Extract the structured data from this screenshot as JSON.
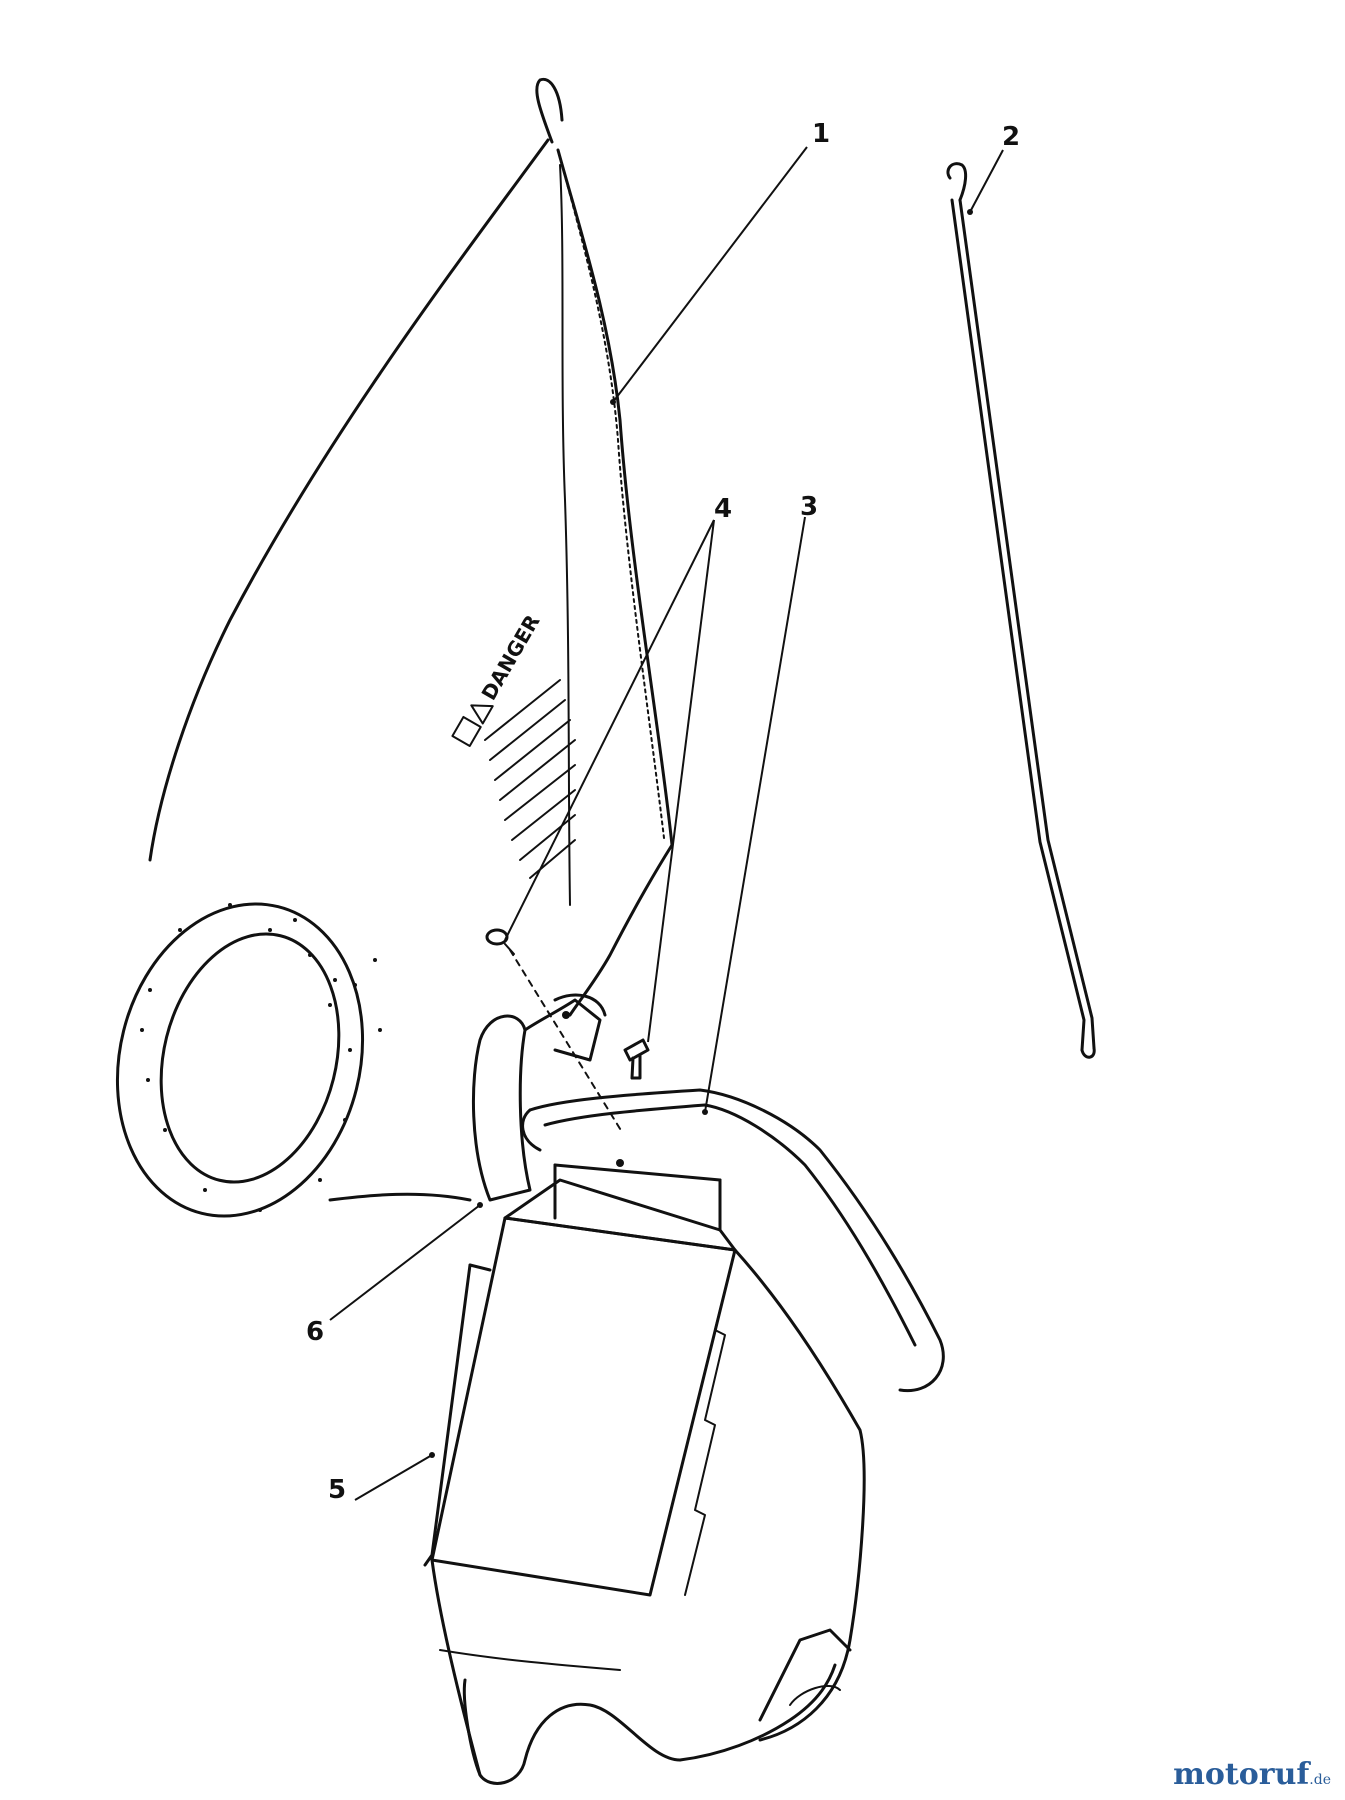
{
  "callouts": [
    {
      "id": "1",
      "label": "1"
    },
    {
      "id": "2",
      "label": "2"
    },
    {
      "id": "3",
      "label": "3"
    },
    {
      "id": "4",
      "label": "4"
    },
    {
      "id": "5",
      "label": "5"
    },
    {
      "id": "6",
      "label": "6"
    }
  ],
  "bag_label": "DANGER",
  "watermark": {
    "main": "motoruf",
    "tld": ".de"
  }
}
